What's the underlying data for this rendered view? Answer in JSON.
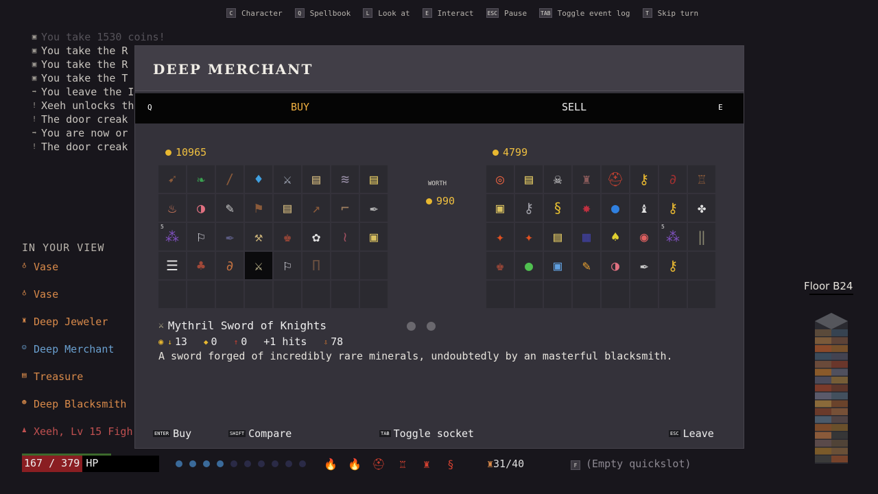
{
  "hints": [
    {
      "key": "C",
      "label": "Character"
    },
    {
      "key": "Q",
      "label": "Spellbook"
    },
    {
      "key": "L",
      "label": "Look at"
    },
    {
      "key": "E",
      "label": "Interact"
    },
    {
      "key": "ESC",
      "label": "Pause"
    },
    {
      "key": "TAB",
      "label": "Toggle event log"
    },
    {
      "key": "T",
      "label": "Skip turn"
    }
  ],
  "log": [
    {
      "icon": "coin-box-icon",
      "glyph": "▣",
      "text": "You take 1530 coins!",
      "dim": true
    },
    {
      "icon": "coin-box-icon",
      "glyph": "▣",
      "text": "You take the R"
    },
    {
      "icon": "coin-box-icon",
      "glyph": "▣",
      "text": "You take the R"
    },
    {
      "icon": "coin-box-icon",
      "glyph": "▣",
      "text": "You take the T"
    },
    {
      "icon": "arrow-right-icon",
      "glyph": "➡",
      "text": "You leave the I"
    },
    {
      "icon": "exclamation-icon",
      "glyph": "!",
      "text": "Xeeh unlocks th"
    },
    {
      "icon": "exclamation-icon",
      "glyph": "!",
      "text": "The door creak"
    },
    {
      "icon": "arrow-right-icon",
      "glyph": "➡",
      "text": "You are now or"
    },
    {
      "icon": "exclamation-icon",
      "glyph": "!",
      "text": "The door creak"
    }
  ],
  "view": {
    "heading": "IN YOUR VIEW",
    "items": [
      {
        "label": "Vase",
        "icon": "vase-icon",
        "glyph": "♁",
        "color": "#d98a4a"
      },
      {
        "label": "Vase",
        "icon": "vase-icon",
        "glyph": "♁",
        "color": "#d98a4a"
      },
      {
        "label": "Deep Jeweler",
        "icon": "jeweler-icon",
        "glyph": "♜",
        "color": "#d98a4a"
      },
      {
        "label": "Deep Merchant",
        "icon": "merchant-icon",
        "glyph": "☺",
        "color": "#6aa0d0"
      },
      {
        "label": "Treasure",
        "icon": "treasure-chest-icon",
        "glyph": "▤",
        "color": "#d98a4a"
      },
      {
        "label": "Deep Blacksmith",
        "icon": "blacksmith-icon",
        "glyph": "☻",
        "color": "#d98a4a"
      },
      {
        "label": "Xeeh, Lv 15 Figh",
        "icon": "player-icon",
        "glyph": "♟",
        "color": "#c05050"
      }
    ]
  },
  "hp": {
    "current": 167,
    "max": 379,
    "text": "167 / 379",
    "label": "HP"
  },
  "orbs": {
    "filled": 4,
    "total": 10
  },
  "quickbar": [
    {
      "icon": "fire-staff-icon",
      "glyph": "🔥"
    },
    {
      "icon": "fire-staff-icon",
      "glyph": "🔥"
    },
    {
      "icon": "helmet-icon",
      "glyph": "⛑"
    },
    {
      "icon": "armor-icon",
      "glyph": "♖"
    },
    {
      "icon": "robe-icon",
      "glyph": "♜"
    },
    {
      "icon": "amulet-icon",
      "glyph": "§"
    }
  ],
  "bag": {
    "icon": "bag-icon",
    "text": "31/40"
  },
  "quickslot": {
    "key": "F",
    "text": "(Empty quickslot)"
  },
  "floor": {
    "label": "Floor B24"
  },
  "colors": {
    "gold": "#f0c040",
    "buy_tab": "#f0b040",
    "hp_fill": "#8a1e22",
    "panel": "#34323a"
  },
  "modal": {
    "title": "DEEP MERCHANT",
    "tab_left_key": "Q",
    "tab_right_key": "E",
    "tabs": {
      "buy": "BUY",
      "sell": "SELL"
    },
    "player_gold": "10965",
    "merchant_gold": "4799",
    "worth_label": "WORTH",
    "worth_value": "990",
    "left_grid": [
      {
        "icon": "bow-icon",
        "glyph": "➹",
        "color": "#8a5a3a"
      },
      {
        "icon": "leaf-icon",
        "glyph": "❧",
        "color": "#3aa050"
      },
      {
        "icon": "staff-icon",
        "glyph": "/",
        "color": "#8a5a3a"
      },
      {
        "icon": "potion-icon",
        "glyph": "♦",
        "color": "#40a0e0"
      },
      {
        "icon": "sword-icon",
        "glyph": "⚔",
        "color": "#b0b8c8"
      },
      {
        "icon": "scroll-icon",
        "glyph": "▤",
        "color": "#c8b078"
      },
      {
        "icon": "claw-icon",
        "glyph": "≋",
        "color": "#9a90a8"
      },
      {
        "icon": "scroll-icon",
        "glyph": "▤",
        "color": "#d8c060"
      },
      {
        "icon": "flask-icon",
        "glyph": "♨",
        "color": "#e08060"
      },
      {
        "icon": "horn-icon",
        "glyph": "◑",
        "color": "#e07080"
      },
      {
        "icon": "dagger-icon",
        "glyph": "✎",
        "color": "#c8c8c8"
      },
      {
        "icon": "axe-icon",
        "glyph": "⚑",
        "color": "#8a5a3a"
      },
      {
        "icon": "scroll-icon",
        "glyph": "▤",
        "color": "#c8b078"
      },
      {
        "icon": "spear-icon",
        "glyph": "↗",
        "color": "#8a5a3a"
      },
      {
        "icon": "boots-icon",
        "glyph": "⌐",
        "color": "#a08060"
      },
      {
        "icon": "knife-icon",
        "glyph": "✒",
        "color": "#b0b0b0"
      },
      {
        "icon": "grapes-icon",
        "glyph": "⁂",
        "color": "#8050c0",
        "badge": "5"
      },
      {
        "icon": "axe-icon",
        "glyph": "⚐",
        "color": "#d8d8e0"
      },
      {
        "icon": "dagger-icon",
        "glyph": "✒",
        "color": "#5a5a80"
      },
      {
        "icon": "pickaxe-icon",
        "glyph": "⚒",
        "color": "#c8b078"
      },
      {
        "icon": "leather-armor-icon",
        "glyph": "♚",
        "color": "#a04838"
      },
      {
        "icon": "gloves-icon",
        "glyph": "✿",
        "color": "#e0e0e0"
      },
      {
        "icon": "hair-icon",
        "glyph": "≀",
        "color": "#a05060"
      },
      {
        "icon": "scroll-icon",
        "glyph": "▣",
        "color": "#d8c060"
      },
      {
        "icon": "ribs-icon",
        "glyph": "☰",
        "color": "#e0e0e0"
      },
      {
        "icon": "pouch-icon",
        "glyph": "♣",
        "color": "#a04838"
      },
      {
        "icon": "whip-icon",
        "glyph": "∂",
        "color": "#c07040"
      },
      {
        "icon": "mythril-sword-icon",
        "glyph": "⚔",
        "color": "#d8d0a0",
        "selected": true
      },
      {
        "icon": "axe-icon",
        "glyph": "⚐",
        "color": "#d8d8e0"
      },
      {
        "icon": "pants-icon",
        "glyph": "Π",
        "color": "#6a5040"
      },
      {
        "icon": "",
        "glyph": "",
        "color": ""
      },
      {
        "icon": "",
        "glyph": "",
        "color": ""
      },
      {
        "icon": "",
        "glyph": "",
        "color": ""
      },
      {
        "icon": "",
        "glyph": "",
        "color": ""
      },
      {
        "icon": "",
        "glyph": "",
        "color": ""
      },
      {
        "icon": "",
        "glyph": "",
        "color": ""
      },
      {
        "icon": "",
        "glyph": "",
        "color": ""
      },
      {
        "icon": "",
        "glyph": "",
        "color": ""
      },
      {
        "icon": "",
        "glyph": "",
        "color": ""
      },
      {
        "icon": "",
        "glyph": "",
        "color": ""
      }
    ],
    "right_grid": [
      {
        "icon": "ring-icon",
        "glyph": "◎",
        "color": "#e06040"
      },
      {
        "icon": "scroll-icon",
        "glyph": "▤",
        "color": "#d8c060"
      },
      {
        "icon": "skull-key-icon",
        "glyph": "☠",
        "color": "#e0e0e0"
      },
      {
        "icon": "armor-icon",
        "glyph": "♜",
        "color": "#8a5a5a"
      },
      {
        "icon": "helmet-icon",
        "glyph": "⛑",
        "color": "#c04030"
      },
      {
        "icon": "key-icon",
        "glyph": "⚷",
        "color": "#e8b830"
      },
      {
        "icon": "amulet-icon",
        "glyph": "∂",
        "color": "#a03030"
      },
      {
        "icon": "robe-icon",
        "glyph": "♖",
        "color": "#8a5a3a"
      },
      {
        "icon": "scroll-icon",
        "glyph": "▣",
        "color": "#d8c060"
      },
      {
        "icon": "key-icon",
        "glyph": "⚷",
        "color": "#a0a0a8"
      },
      {
        "icon": "whip-icon",
        "glyph": "§",
        "color": "#e8c030"
      },
      {
        "icon": "wand-icon",
        "glyph": "✸",
        "color": "#c03040"
      },
      {
        "icon": "orb-icon",
        "glyph": "●",
        "color": "#3080e0"
      },
      {
        "icon": "mask-icon",
        "glyph": "♝",
        "color": "#e0e0e0"
      },
      {
        "icon": "key-icon",
        "glyph": "⚷",
        "color": "#e8b830"
      },
      {
        "icon": "ghost-icon",
        "glyph": "✤",
        "color": "#e0e0e0"
      },
      {
        "icon": "fire-staff-icon",
        "glyph": "✦",
        "color": "#e05020"
      },
      {
        "icon": "fire-staff-icon",
        "glyph": "✦",
        "color": "#e05020"
      },
      {
        "icon": "scroll-icon",
        "glyph": "▤",
        "color": "#d8c060"
      },
      {
        "icon": "spellbook-icon",
        "glyph": "▦",
        "color": "#4040a0"
      },
      {
        "icon": "gem-pile-icon",
        "glyph": "♠",
        "color": "#e0d030"
      },
      {
        "icon": "eye-icon",
        "glyph": "◉",
        "color": "#e06060"
      },
      {
        "icon": "grapes-icon",
        "glyph": "⁂",
        "color": "#8050c0",
        "badge": "5"
      },
      {
        "icon": "leggings-icon",
        "glyph": "‖",
        "color": "#8a8870"
      },
      {
        "icon": "leather-armor-icon",
        "glyph": "♚",
        "color": "#a04838"
      },
      {
        "icon": "slime-icon",
        "glyph": "●",
        "color": "#50c050"
      },
      {
        "icon": "ice-cube-icon",
        "glyph": "▣",
        "color": "#60a0e0"
      },
      {
        "icon": "feather-icon",
        "glyph": "✎",
        "color": "#e8a030"
      },
      {
        "icon": "horn-icon",
        "glyph": "◑",
        "color": "#e07080"
      },
      {
        "icon": "dagger-icon",
        "glyph": "✒",
        "color": "#c8c8c8"
      },
      {
        "icon": "key-icon",
        "glyph": "⚷",
        "color": "#e8b830"
      },
      {
        "icon": "",
        "glyph": "",
        "color": ""
      },
      {
        "icon": "",
        "glyph": "",
        "color": ""
      },
      {
        "icon": "",
        "glyph": "",
        "color": ""
      },
      {
        "icon": "",
        "glyph": "",
        "color": ""
      },
      {
        "icon": "",
        "glyph": "",
        "color": ""
      },
      {
        "icon": "",
        "glyph": "",
        "color": ""
      },
      {
        "icon": "",
        "glyph": "",
        "color": ""
      },
      {
        "icon": "",
        "glyph": "",
        "color": ""
      },
      {
        "icon": "",
        "glyph": "",
        "color": ""
      }
    ],
    "selected_item": {
      "name": "Mythril Sword of Knights",
      "stats": [
        {
          "icon": "damage-icon",
          "glyph": "↓",
          "value": "13"
        },
        {
          "icon": "shield-icon",
          "glyph": "◆",
          "value": "0"
        },
        {
          "icon": "sword-stat-icon",
          "glyph": "↑",
          "value": "0"
        },
        {
          "icon": "",
          "glyph": "",
          "value": "+1 hits"
        },
        {
          "icon": "weight-icon",
          "glyph": "⇩",
          "value": "78"
        }
      ],
      "description": "A sword forged of incredibly rare minerals, undoubtedly by an masterful blacksmith."
    },
    "actions": [
      {
        "key": "ENTER",
        "label": "Buy"
      },
      {
        "key": "SHIFT",
        "label": "Compare"
      },
      {
        "key": "TAB",
        "label": "Toggle socket"
      },
      {
        "key": "ESC",
        "label": "Leave"
      }
    ]
  }
}
